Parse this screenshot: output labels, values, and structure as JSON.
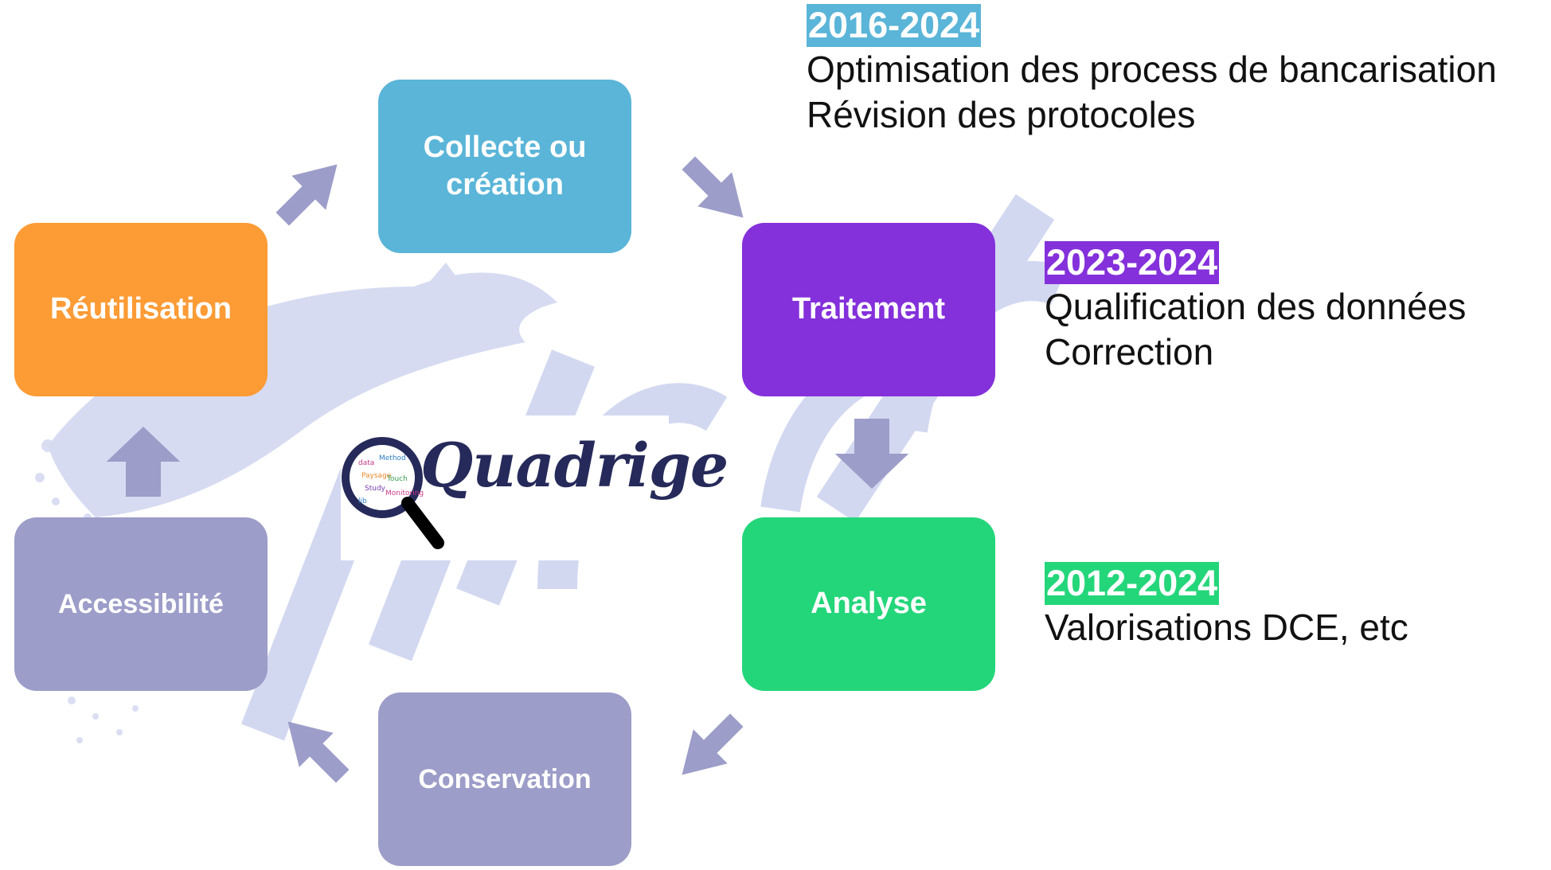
{
  "cycle": {
    "collecte": {
      "label": "Collecte ou\ncréation",
      "color": "#5ab5d8"
    },
    "traitement": {
      "label": "Traitement",
      "color": "#8430db"
    },
    "analyse": {
      "label": "Analyse",
      "color": "#24d67a"
    },
    "conservation": {
      "label": "Conservation",
      "color": "#9c9dc8"
    },
    "accessibilite": {
      "label": "Accessibilité",
      "color": "#9c9dc8"
    },
    "reutilisation": {
      "label": "Réutilisation",
      "color": "#fd9b35"
    }
  },
  "logo": {
    "text": "Quadrige"
  },
  "notes": [
    {
      "years": "2016-2024",
      "color": "#5ab5d8",
      "lines": [
        "Optimisation des process de bancarisation",
        "Révision des protocoles"
      ]
    },
    {
      "years": "2023-2024",
      "color": "#8430db",
      "lines": [
        "Qualification des données",
        "Correction"
      ]
    },
    {
      "years": "2012-2024",
      "color": "#24d67a",
      "lines": [
        "Valorisations DCE, etc"
      ]
    }
  ],
  "arrow_color": "#9c9dc8",
  "watermark_color": "#d3d8f1"
}
